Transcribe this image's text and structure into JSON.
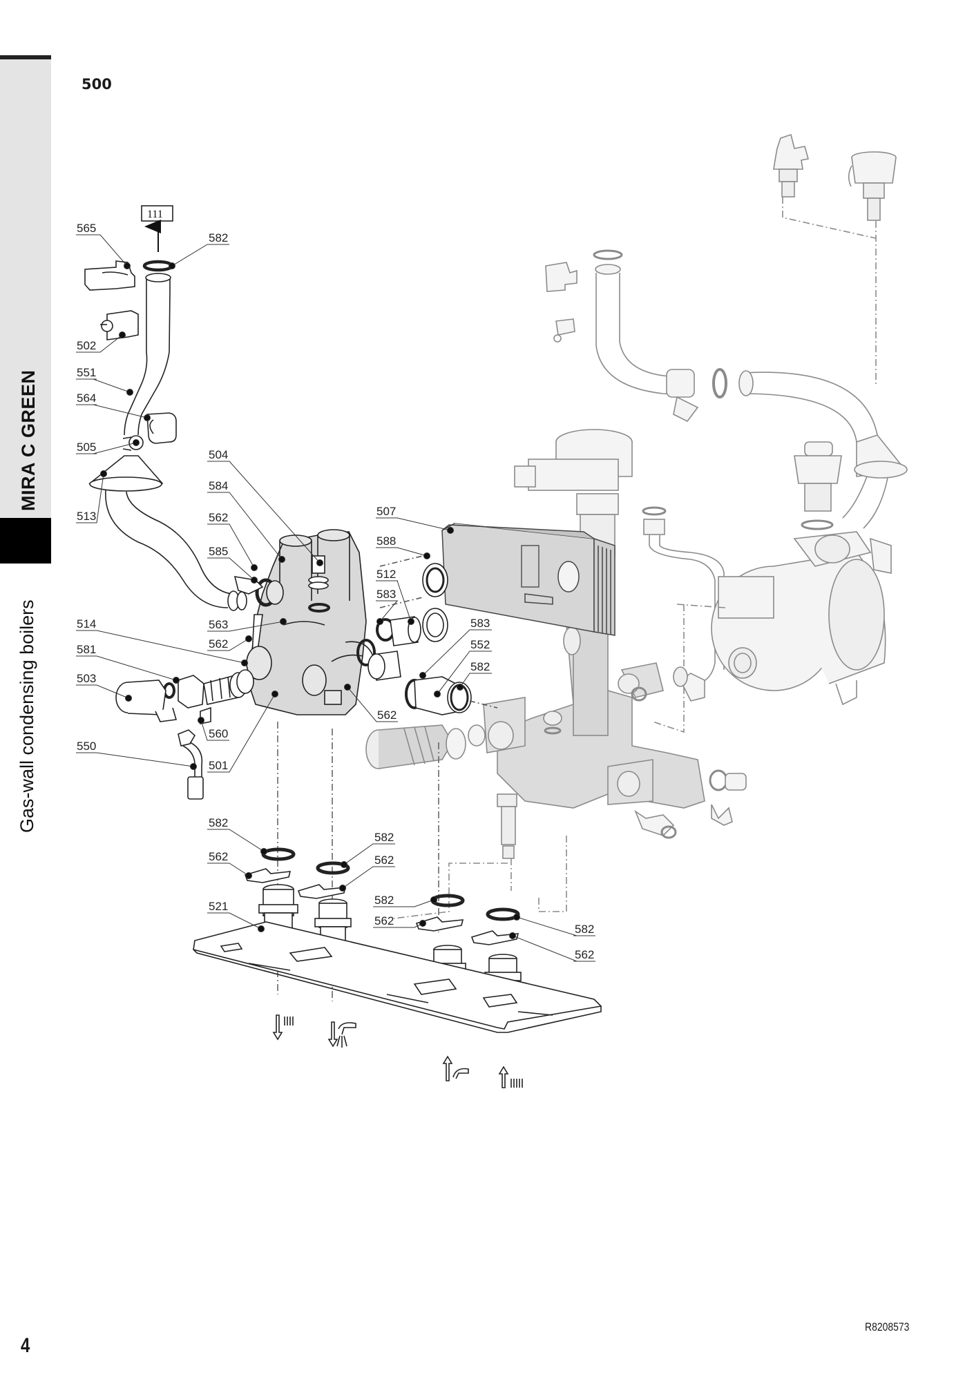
{
  "sidebar": {
    "brand": "MIRA C GREEN",
    "subtitle": "Gas-wall condensing boilers"
  },
  "section_number": "500",
  "page_number": "4",
  "document_reference": "R8208573",
  "reference_box": "111",
  "callouts": [
    {
      "id": "c565",
      "label": "565"
    },
    {
      "id": "c582a",
      "label": "582"
    },
    {
      "id": "c502",
      "label": "502"
    },
    {
      "id": "c551",
      "label": "551"
    },
    {
      "id": "c564",
      "label": "564"
    },
    {
      "id": "c505",
      "label": "505"
    },
    {
      "id": "c513",
      "label": "513"
    },
    {
      "id": "c504",
      "label": "504"
    },
    {
      "id": "c584",
      "label": "584"
    },
    {
      "id": "c562a",
      "label": "562"
    },
    {
      "id": "c585",
      "label": "585"
    },
    {
      "id": "c563",
      "label": "563"
    },
    {
      "id": "c562b",
      "label": "562"
    },
    {
      "id": "c514",
      "label": "514"
    },
    {
      "id": "c581",
      "label": "581"
    },
    {
      "id": "c503",
      "label": "503"
    },
    {
      "id": "c560",
      "label": "560"
    },
    {
      "id": "c550",
      "label": "550"
    },
    {
      "id": "c501",
      "label": "501"
    },
    {
      "id": "c507",
      "label": "507"
    },
    {
      "id": "c588",
      "label": "588"
    },
    {
      "id": "c512",
      "label": "512"
    },
    {
      "id": "c583a",
      "label": "583"
    },
    {
      "id": "c583b",
      "label": "583"
    },
    {
      "id": "c552",
      "label": "552"
    },
    {
      "id": "c582b",
      "label": "582"
    },
    {
      "id": "c562c",
      "label": "562"
    },
    {
      "id": "c582c",
      "label": "582"
    },
    {
      "id": "c562d",
      "label": "562"
    },
    {
      "id": "c521",
      "label": "521"
    },
    {
      "id": "c582d",
      "label": "582"
    },
    {
      "id": "c562e",
      "label": "562"
    },
    {
      "id": "c582e",
      "label": "582"
    },
    {
      "id": "c562f",
      "label": "562"
    },
    {
      "id": "c582f",
      "label": "582"
    },
    {
      "id": "c562g",
      "label": "562"
    }
  ],
  "connection_symbols": [
    {
      "name": "heating-flow-out-icon"
    },
    {
      "name": "dhw-out-icon"
    },
    {
      "name": "cold-water-in-icon"
    },
    {
      "name": "heating-return-in-icon"
    }
  ],
  "colors": {
    "line": "#222222",
    "context_line": "#8a8a8a",
    "part_fill": "#d9d9d9",
    "sidebar_grey": "#e4e4e4"
  }
}
